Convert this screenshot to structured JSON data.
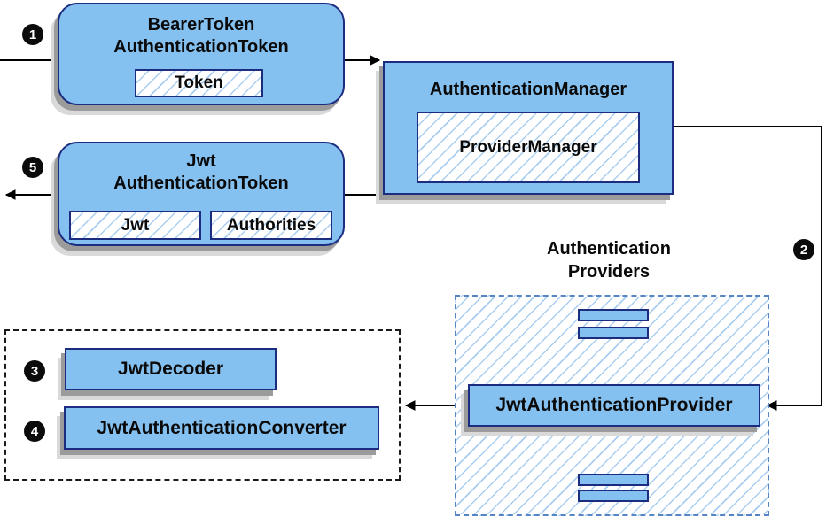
{
  "diagram": {
    "kind": "spring-security-jwt-authentication-flow"
  },
  "colors": {
    "box_fill": "#85C1F0",
    "box_border": "#1C2D80",
    "hatch_line": "#A9CDF1",
    "shadow_dark": "#9B9B9B",
    "shadow_light": "#D9D9D9",
    "line_color": "#000000",
    "dashed_blue": "#5585C5",
    "dashed_black": "#1A1A1A",
    "text_color": "#0A0A0A",
    "badge_bg": "#0B0B0B",
    "badge_text": "#FFFFFF",
    "canvas_bg": "#FFFFFF"
  },
  "badges": {
    "step1": "1",
    "step2": "2",
    "step3": "3",
    "step4": "4",
    "step5": "5"
  },
  "nodes": {
    "bearer_token": {
      "title": "BearerToken\nAuthenticationToken",
      "chip": "Token"
    },
    "authentication_manager": {
      "title": "AuthenticationManager",
      "chip": "ProviderManager"
    },
    "jwt_authentication_token": {
      "title": "Jwt\nAuthenticationToken",
      "chip_jwt": "Jwt",
      "chip_authorities": "Authorities"
    },
    "authentication_providers": {
      "title": "Authentication\nProviders"
    },
    "jwt_authentication_provider": {
      "label": "JwtAuthenticationProvider"
    },
    "jwt_decoder": {
      "label": "JwtDecoder"
    },
    "jwt_authentication_converter": {
      "label": "JwtAuthenticationConverter"
    }
  }
}
